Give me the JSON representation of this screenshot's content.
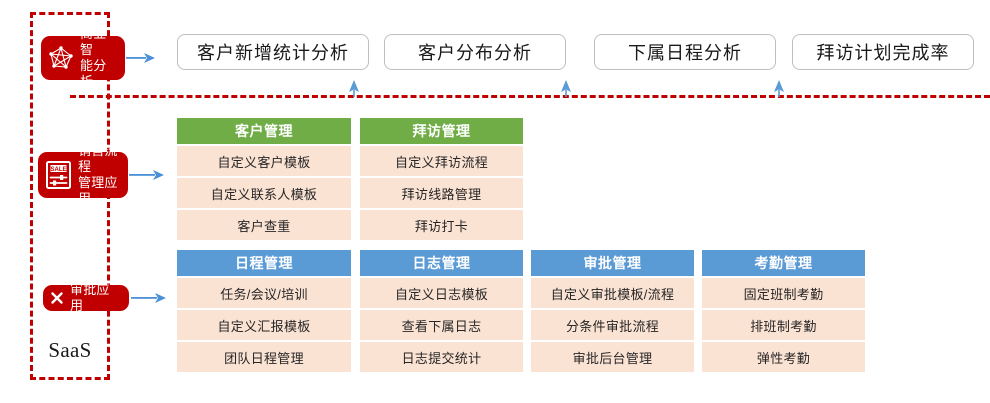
{
  "diagram": {
    "container_label": "SaaS",
    "accent_colors": {
      "dashed_border": "#C00000",
      "badge_bg": "#C00000",
      "green_header": "#70AD47",
      "blue_header": "#5B9BD5",
      "row_bg": "#FBE3D4",
      "arrow": "#4A90D9",
      "tab_border": "#BFBFBF"
    }
  },
  "badges": [
    {
      "id": "bi",
      "label": "商业智\n能分析",
      "icon": "network-graph-icon"
    },
    {
      "id": "sale",
      "label": "销售流程\n管理应用",
      "icon": "sale-document-icon"
    },
    {
      "id": "appr",
      "label": "审批应用",
      "icon": "cross-mark-icon"
    }
  ],
  "top_tabs": [
    {
      "label": "客户新增统计分析"
    },
    {
      "label": "客户分布分析"
    },
    {
      "label": "下属日程分析"
    },
    {
      "label": "拜访计划完成率"
    }
  ],
  "green_columns": [
    {
      "header": "客户管理",
      "items": [
        "自定义客户模板",
        "自定义联系人模板",
        "客户查重"
      ]
    },
    {
      "header": "拜访管理",
      "items": [
        "自定义拜访流程",
        "拜访线路管理",
        "拜访打卡"
      ]
    }
  ],
  "blue_columns": [
    {
      "header": "日程管理",
      "items": [
        "任务/会议/培训",
        "自定义汇报模板",
        "团队日程管理"
      ]
    },
    {
      "header": "日志管理",
      "items": [
        "自定义日志模板",
        "查看下属日志",
        "日志提交统计"
      ]
    },
    {
      "header": "审批管理",
      "items": [
        "自定义审批模板/流程",
        "分条件审批流程",
        "审批后台管理"
      ]
    },
    {
      "header": "考勤管理",
      "items": [
        "固定班制考勤",
        "排班制考勤",
        "弹性考勤"
      ]
    }
  ]
}
